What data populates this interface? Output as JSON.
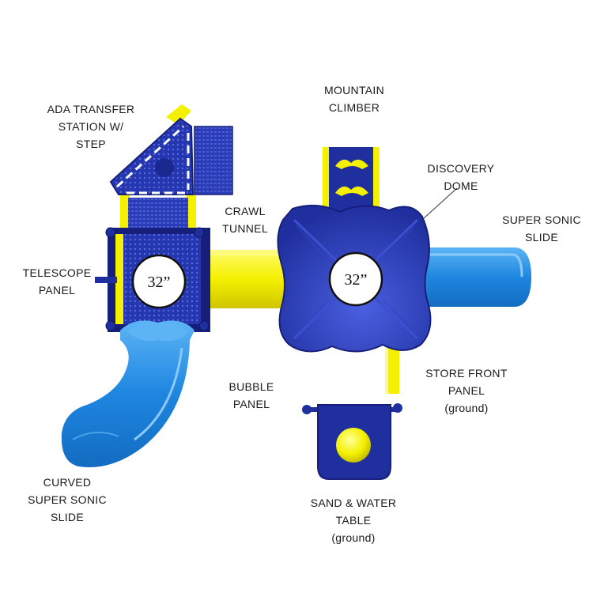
{
  "labels": {
    "ada_transfer": [
      "ADA TRANSFER",
      "STATION W/",
      "STEP"
    ],
    "mountain_climber": [
      "MOUNTAIN",
      "CLIMBER"
    ],
    "discovery_dome": [
      "DISCOVERY",
      "DOME"
    ],
    "crawl_tunnel": [
      "CRAWL",
      "TUNNEL"
    ],
    "super_sonic_slide": [
      "SUPER SONIC",
      "SLIDE"
    ],
    "telescope_panel": [
      "TELESCOPE",
      "PANEL"
    ],
    "store_front_panel": [
      "STORE FRONT",
      "PANEL",
      "(ground)"
    ],
    "bubble_panel": [
      "BUBBLE",
      "PANEL"
    ],
    "curved_super_sonic_slide": [
      "CURVED",
      "SUPER SONIC",
      "SLIDE"
    ],
    "sand_water_table": [
      "SAND & WATER",
      "TABLE",
      "(ground)"
    ]
  },
  "deck_heights": {
    "left_deck": "32”",
    "dome_deck": "32”"
  },
  "colors": {
    "navy": "#1f2f9e",
    "navy_dark": "#16207a",
    "yellow": "#f4f000",
    "yellow_shade": "#d9d200",
    "slide_blue": "#1e86e0",
    "slide_blue_light": "#49a8f0"
  }
}
